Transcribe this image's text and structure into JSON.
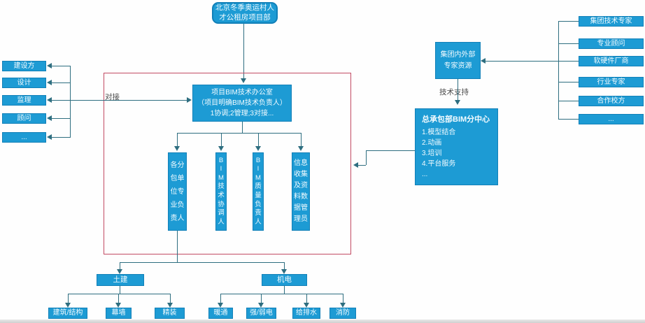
{
  "colors": {
    "box-fill": "#1d9bd4",
    "box-border": "#1280b8",
    "box-text": "#f2fbff",
    "line": "#2e6e80",
    "frame": "#c24a63",
    "label-text": "#4a4a4a"
  },
  "top_box": {
    "label": "北京冬季奥运村人\n才公租房项目部"
  },
  "left_panel": {
    "items": [
      "建设方",
      "设计",
      "监理",
      "顾问",
      "..."
    ]
  },
  "edge_labels": {
    "duijie": "对接",
    "tech_support": "技术支持"
  },
  "center_box": {
    "label": "项目BIM技术办公室\n（项目明确BIM技术负责人）\n1协调;2管理;3对接..."
  },
  "role_boxes": {
    "items": [
      {
        "name": "各分包单位专业负责人",
        "display": "各分\n包单\n位专\n业负\n责人"
      },
      {
        "name": "BIM技术协调人",
        "display": "B\nI\nM\n技\n术\n协\n调\n人"
      },
      {
        "name": "BIM质量负责人",
        "display": "B\nI\nM\n质\n量\n负\n责\n人"
      },
      {
        "name": "信息收集及资料数据管理员",
        "display": "信息\n收集\n及资\n料数\n据管\n理员"
      }
    ]
  },
  "expert_box": {
    "label": "集团内外部\n专家资源"
  },
  "hq_box": {
    "title": "总承包部BIM分中心",
    "items": [
      "1.模型结合",
      "2.动画",
      "3.培训",
      "4.平台服务",
      "..."
    ]
  },
  "right_panel": {
    "items": [
      "集团技术专家",
      "专业顾问",
      "软硬件厂商",
      "行业专家",
      "合作校方",
      "..."
    ]
  },
  "bottom": {
    "groups": [
      {
        "label": "土建",
        "children": [
          "建筑/结构",
          "幕墙",
          "精装"
        ]
      },
      {
        "label": "机电",
        "children": [
          "暖通",
          "强/弱电",
          "给排水",
          "消防"
        ]
      }
    ]
  }
}
